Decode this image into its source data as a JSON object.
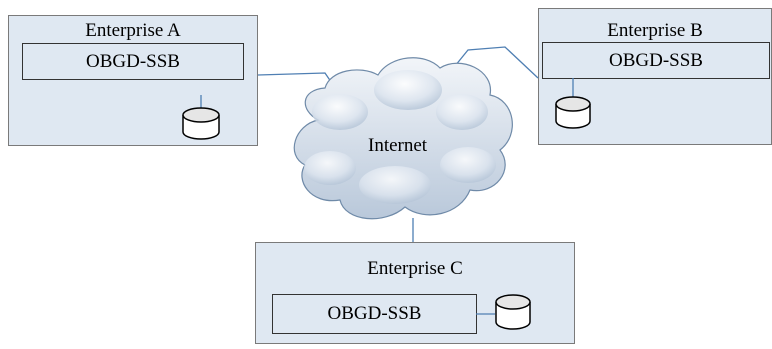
{
  "enterprise_a": {
    "title": "Enterprise A",
    "system": "OBGD-SSB"
  },
  "enterprise_b": {
    "title": "Enterprise B",
    "system": "OBGD-SSB"
  },
  "enterprise_c": {
    "title": "Enterprise C",
    "system": "OBGD-SSB"
  },
  "cloud": {
    "label": "Internet"
  },
  "colors": {
    "box_fill": "#dfe8f2",
    "link_line": "#4f7fb3",
    "cloud_fill": "#d4deea"
  }
}
